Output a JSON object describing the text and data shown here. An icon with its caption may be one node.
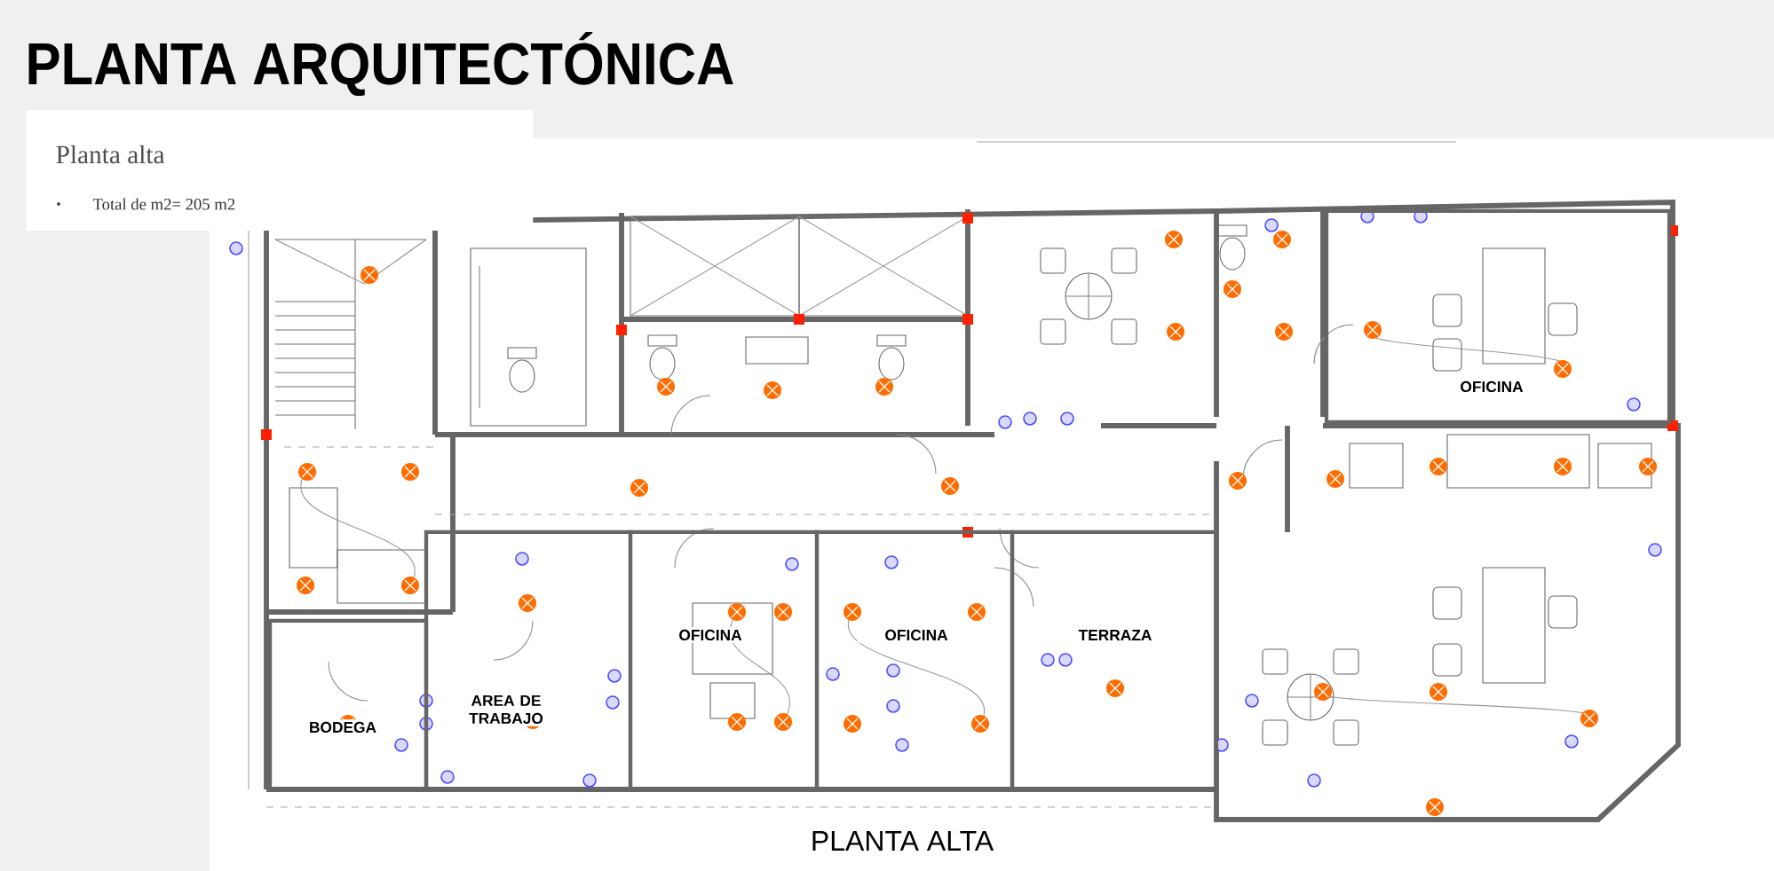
{
  "diagram": {
    "title": "PLANTA ARQUITECTÓNICA",
    "caption": "PLANTA ALTA",
    "nodes": [
      {
        "text": [
          "Planta alta",
          "Total de m2= 205 m2"
        ]
      },
      {
        "text": [
          "OFICINA"
        ]
      },
      {
        "text": [
          "OFICINA"
        ]
      },
      {
        "text": [
          "OFICINA"
        ]
      },
      {
        "text": [
          "TERRAZA"
        ]
      },
      {
        "text": [
          "AREA DE TRABAJO"
        ]
      },
      {
        "text": [
          "BODEGA"
        ]
      }
    ]
  }
}
